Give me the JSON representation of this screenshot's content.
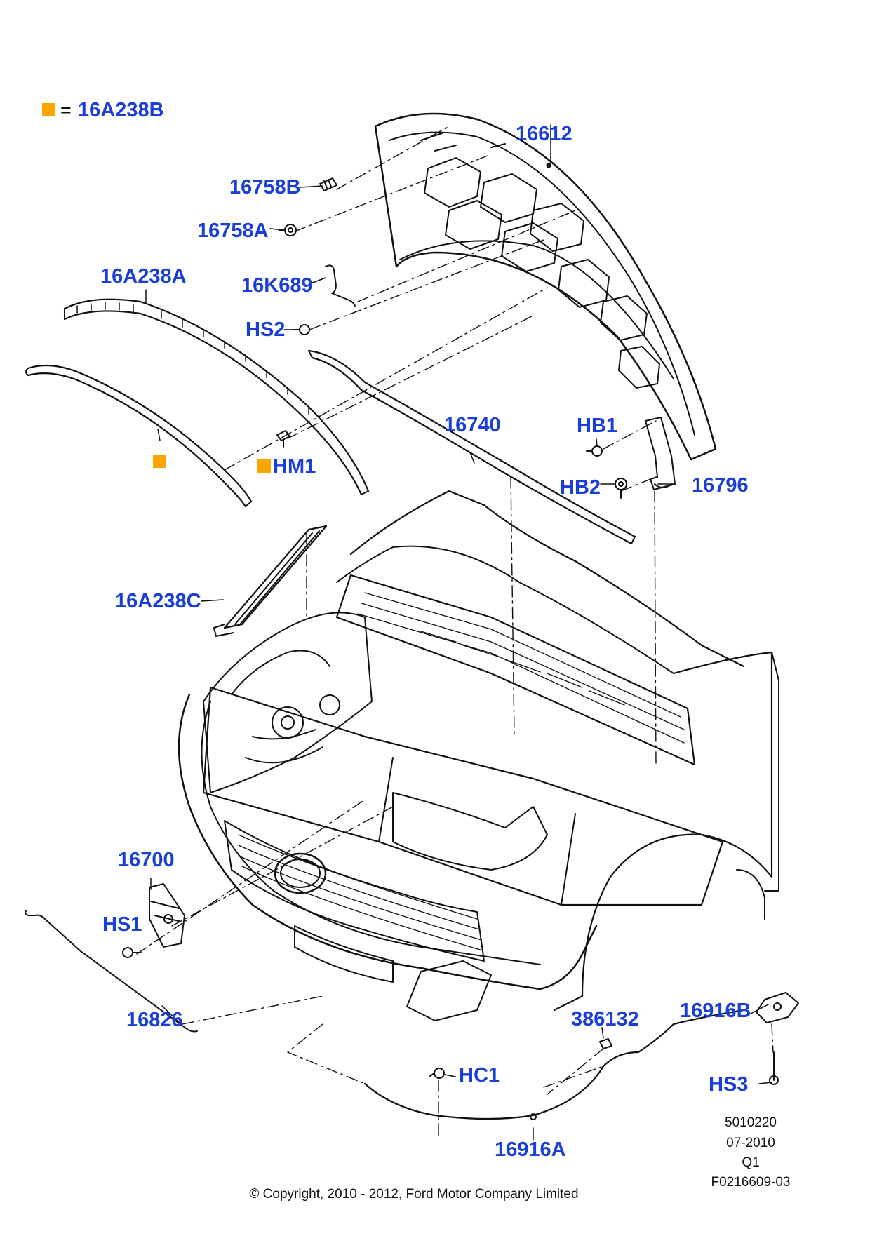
{
  "legend": {
    "marker_color": "#ffa500",
    "equals": "=",
    "part": "16A238B"
  },
  "colors": {
    "label": "#1a3fd6",
    "line": "#111111",
    "marker": "#ffa500"
  },
  "labels": {
    "p16612": "16612",
    "p16758B": "16758B",
    "p16758A": "16758A",
    "p16A238A": "16A238A",
    "p16K689": "16K689",
    "pHS2": "HS2",
    "p16740": "16740",
    "pHB1": "HB1",
    "pHM1": "HM1",
    "pHB2": "HB2",
    "p16796": "16796",
    "p16A238C": "16A238C",
    "p16700": "16700",
    "pHS1": "HS1",
    "p16826": "16826",
    "p386132": "386132",
    "p16916B": "16916B",
    "pHC1": "HC1",
    "pHS3": "HS3",
    "p16916A": "16916A"
  },
  "drawing_info": {
    "id": "5010220",
    "date": "07-2010",
    "rev": "Q1",
    "ref": "F0216609-03"
  },
  "copyright": "© Copyright, 2010 - 2012, Ford Motor Company Limited"
}
